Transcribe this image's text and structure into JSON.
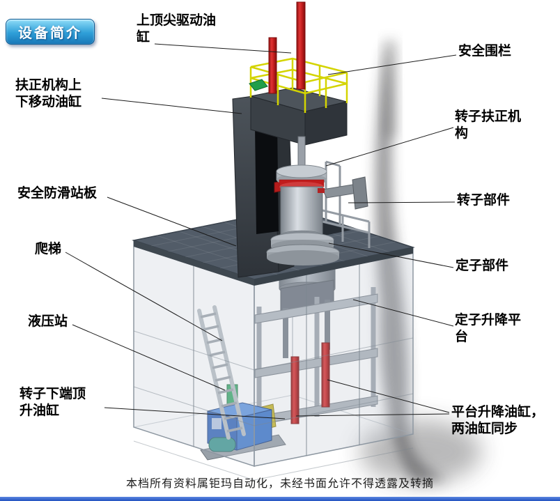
{
  "badge": {
    "label": "设备简介"
  },
  "labels": {
    "top_drive_cylinder": "上顶尖驱动油\n缸",
    "safety_fence": "安全围栏",
    "centering_updown_cylinder": "扶正机构上\n下移动油缸",
    "rotor_centering_mechanism": "转子扶正机\n构",
    "antislip_platform": "安全防滑站板",
    "rotor_part": "转子部件",
    "ladder": "爬梯",
    "stator_part": "定子部件",
    "hydraulic_station": "液压站",
    "stator_lift_platform": "定子升降平\n台",
    "rotor_bottom_jack_cylinder": "转子下端顶\n升油缸",
    "platform_lift_cylinders": "平台升降油缸，\n两油缸同步"
  },
  "watermark": "本档所有资料属钜玛自动化，未经书面允许不得透露及转摘",
  "colors": {
    "badge_top": "#8edcf8",
    "badge_mid": "#2f9fd8",
    "badge_bottom": "#1878b8",
    "badge_border": "#0e5c94",
    "cylinder_red": "#c01c1c",
    "fence_yellow": "#d4d400",
    "hydraulic_blue": "#2f62b8",
    "platform_gray": "#525c68",
    "machine_dark": "#3a4046",
    "leader_line": "#1a1a1a",
    "bottom_bar_blue": "#2353c0"
  }
}
